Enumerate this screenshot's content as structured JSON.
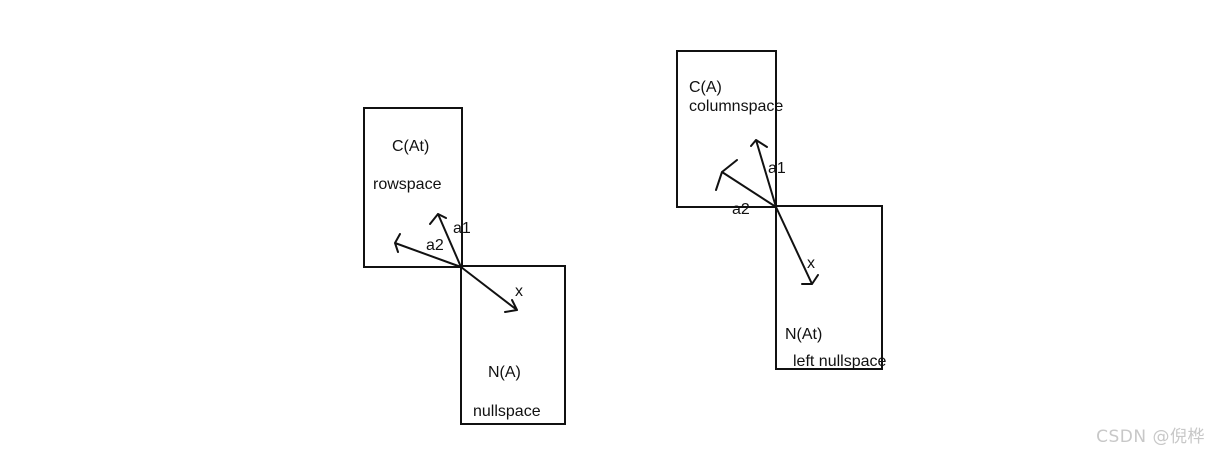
{
  "left_diagram": {
    "box_top": {
      "title": "C(At)",
      "subtitle": "rowspace"
    },
    "box_bottom": {
      "title": "N(A)",
      "subtitle": "nullspace"
    },
    "vectors": {
      "a1": "a1",
      "a2": "a2",
      "x": "x"
    }
  },
  "right_diagram": {
    "box_top": {
      "title": "C(A)",
      "subtitle": "columnspace"
    },
    "box_bottom": {
      "title": "N(At)",
      "subtitle": "left nullspace"
    },
    "vectors": {
      "a1": "a1",
      "a2": "a2",
      "x": "x"
    }
  },
  "watermark": "CSDN @倪桦",
  "colors": {
    "stroke": "#111111",
    "watermark": "#c8c8c8",
    "background": "#ffffff"
  }
}
